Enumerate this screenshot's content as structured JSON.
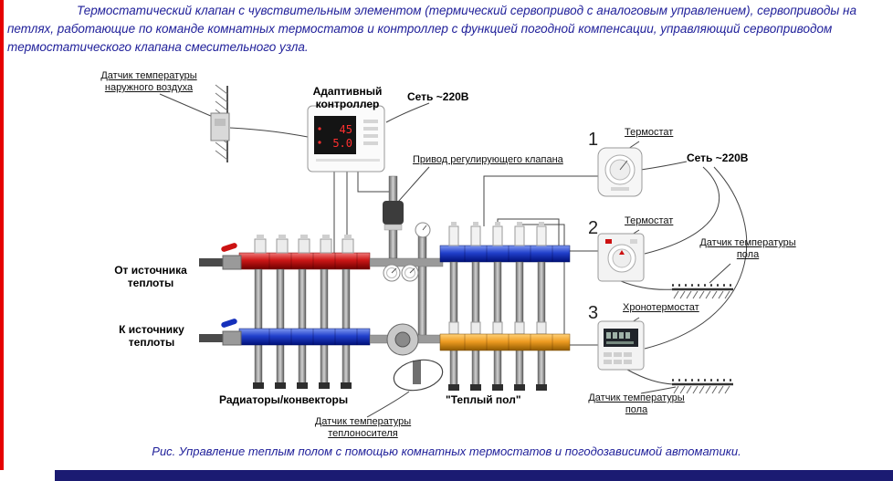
{
  "intro": "Термостатический клапан с чувствительным элементом (термический сервопривод с аналоговым управлением), сервоприводы на петлях, работающие по команде комнатных термостатов и контроллер с функцией погодной компенсации, управляющий сервоприводом термостатического клапана смесительного узла.",
  "caption": "Рис. Управление теплым полом с помощью комнатных термостатов и погодозависимой автоматики.",
  "colors": {
    "accent_red_strip": "#e60000",
    "bottom_bar_navy": "#1b1b72",
    "text_blue": "#20209a",
    "supply_pipe_red": "#cc1616",
    "return_pipe_blue": "#2140cc",
    "floor_pipe_orange": "#ef9c22",
    "display_digits_red": "#ff3030"
  },
  "diagram": {
    "labels": {
      "outdoor_sensor": "Датчик температуры наружного воздуха",
      "controller": "Адаптивный контроллер",
      "mains_top": "Сеть ~220В",
      "valve_actuator": "Привод регулирующего клапана",
      "from_source": "От источника теплоты",
      "to_source": "К источнику теплоты",
      "radiators": "Радиаторы/конвекторы",
      "warm_floor": "\"Теплый пол\"",
      "coolant_sensor": "Датчик температуры теплоносителя",
      "zone1_num": "1",
      "zone1": "Термостат",
      "mains_right": "Сеть ~220В",
      "zone2_num": "2",
      "zone2": "Термостат",
      "floor_sensor_right": "Датчик температуры пола",
      "zone3_num": "3",
      "zone3": "Хронотермостат",
      "floor_sensor_bottom": "Датчик температуры пола"
    },
    "controller_display": {
      "line1": "45",
      "line2": "5.0"
    }
  }
}
